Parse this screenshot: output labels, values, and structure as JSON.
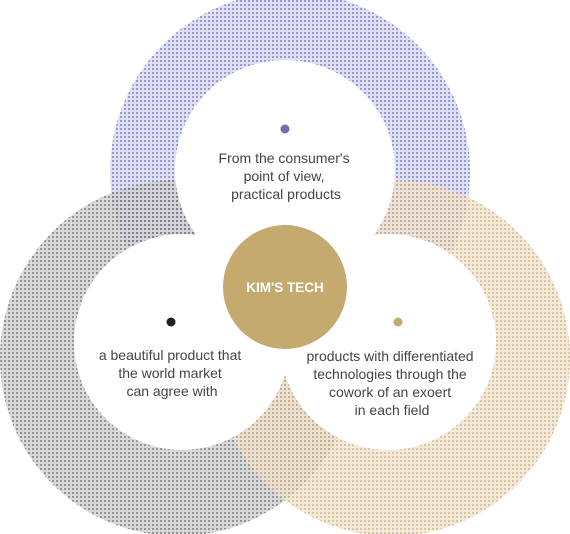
{
  "center": {
    "label": "KIM'S TECH",
    "color": "#c4aa6f"
  },
  "items": [
    {
      "id": "top",
      "color": "#8e8ed2",
      "dot_color": "#6f6fb5",
      "lines": [
        "From the consumer's",
        "point of view,",
        "practical products"
      ]
    },
    {
      "id": "left",
      "color": "#7a7a7a",
      "dot_color": "#222222",
      "lines": [
        "a beautiful product that",
        "the world market",
        "can agree with"
      ]
    },
    {
      "id": "right",
      "color": "#d2b48c",
      "dot_color": "#c4aa6f",
      "lines": [
        "products with differentiated",
        "technologies through the",
        "cowork of an exoert",
        "in each field"
      ]
    }
  ]
}
